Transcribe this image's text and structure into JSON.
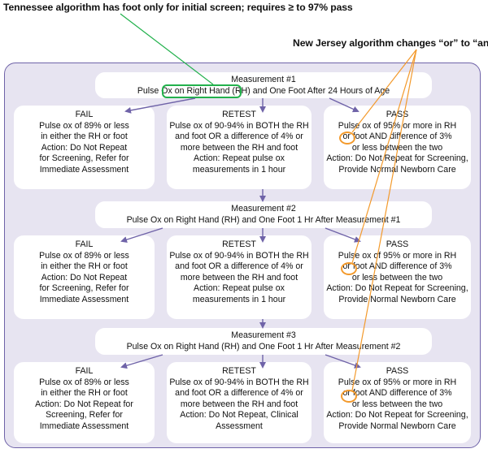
{
  "annotations": {
    "tennessee": "Tennessee algorithm has foot only for initial screen; requires ≥ to 97% pass",
    "new_jersey": "New Jersey algorithm changes “or” to “and”"
  },
  "colors": {
    "panel_bg": "#e7e4f1",
    "panel_border": "#6f63a8",
    "arrow": "#6f63a8",
    "green_highlight": "#22b14c",
    "orange_highlight": "#f39a2c"
  },
  "measurement1": {
    "title": "Measurement #1",
    "pre": "Pulse Ox on ",
    "highlight": "Right Hand (RH) and",
    "post": " One Foot After 24 Hours of Age"
  },
  "row1": {
    "fail": {
      "title": "FAIL",
      "lines": [
        "Pulse ox of 89% or less",
        "in either the RH or foot",
        "Action: Do Not Repeat",
        "for Screening, Refer for",
        "Immediate Assessment"
      ]
    },
    "retest": {
      "title": "RETEST",
      "lines": [
        "Pulse ox of 90-94% in BOTH the RH",
        "and foot OR a difference of 4% or",
        "more between the RH and foot",
        "Action: Repeat pulse ox",
        "measurements in 1 hour"
      ]
    },
    "pass": {
      "title": "PASS",
      "lines": [
        "Pulse ox of 95% or more in RH",
        "or foot AND difference of 3%",
        "or less between the two",
        "Action: Do Not Repeat for Screening,",
        "Provide Normal Newborn Care"
      ]
    }
  },
  "measurement2": {
    "title": "Measurement #2",
    "subtitle": "Pulse Ox on Right Hand (RH) and One Foot 1 Hr After Measurement #1"
  },
  "row2": {
    "fail": {
      "title": "FAIL",
      "lines": [
        "Pulse ox of 89% or less",
        "in either the RH or foot",
        "Action: Do Not Repeat",
        "for Screening, Refer for",
        "Immediate Assessment"
      ]
    },
    "retest": {
      "title": "RETEST",
      "lines": [
        "Pulse ox of 90-94% in BOTH the RH",
        "and foot OR a difference of 4% or",
        "more between the RH and foot",
        "Action: Repeat pulse ox",
        "measurements in 1 hour"
      ]
    },
    "pass": {
      "title": "PASS",
      "lines": [
        "Pulse ox of 95% or more in RH",
        "or foot AND difference of 3%",
        "or less between the two",
        "Action: Do Not Repeat for Screening,",
        "Provide Normal Newborn Care"
      ]
    }
  },
  "measurement3": {
    "title": "Measurement #3",
    "subtitle": "Pulse Ox on Right Hand (RH) and One Foot 1 Hr After Measurement #2"
  },
  "row3": {
    "fail": {
      "title": "FAIL",
      "lines": [
        "Pulse ox of 89% or less",
        "in either the RH or foot",
        "Action: Do Not Repeat for",
        "Screening, Refer for",
        "Immediate Assessment"
      ]
    },
    "retest": {
      "title": "RETEST",
      "lines": [
        "Pulse ox of 90-94% in BOTH the RH",
        "and foot OR a difference of 4% or",
        "more between the RH and foot",
        "Action: Do Not Repeat, Clinical",
        "Assessment"
      ]
    },
    "pass": {
      "title": "PASS",
      "lines": [
        "Pulse ox of 95% or more in RH",
        "or foot AND difference of 3%",
        "or less between the two",
        "Action: Do Not Repeat for Screening,",
        "Provide Normal Newborn Care"
      ]
    }
  }
}
